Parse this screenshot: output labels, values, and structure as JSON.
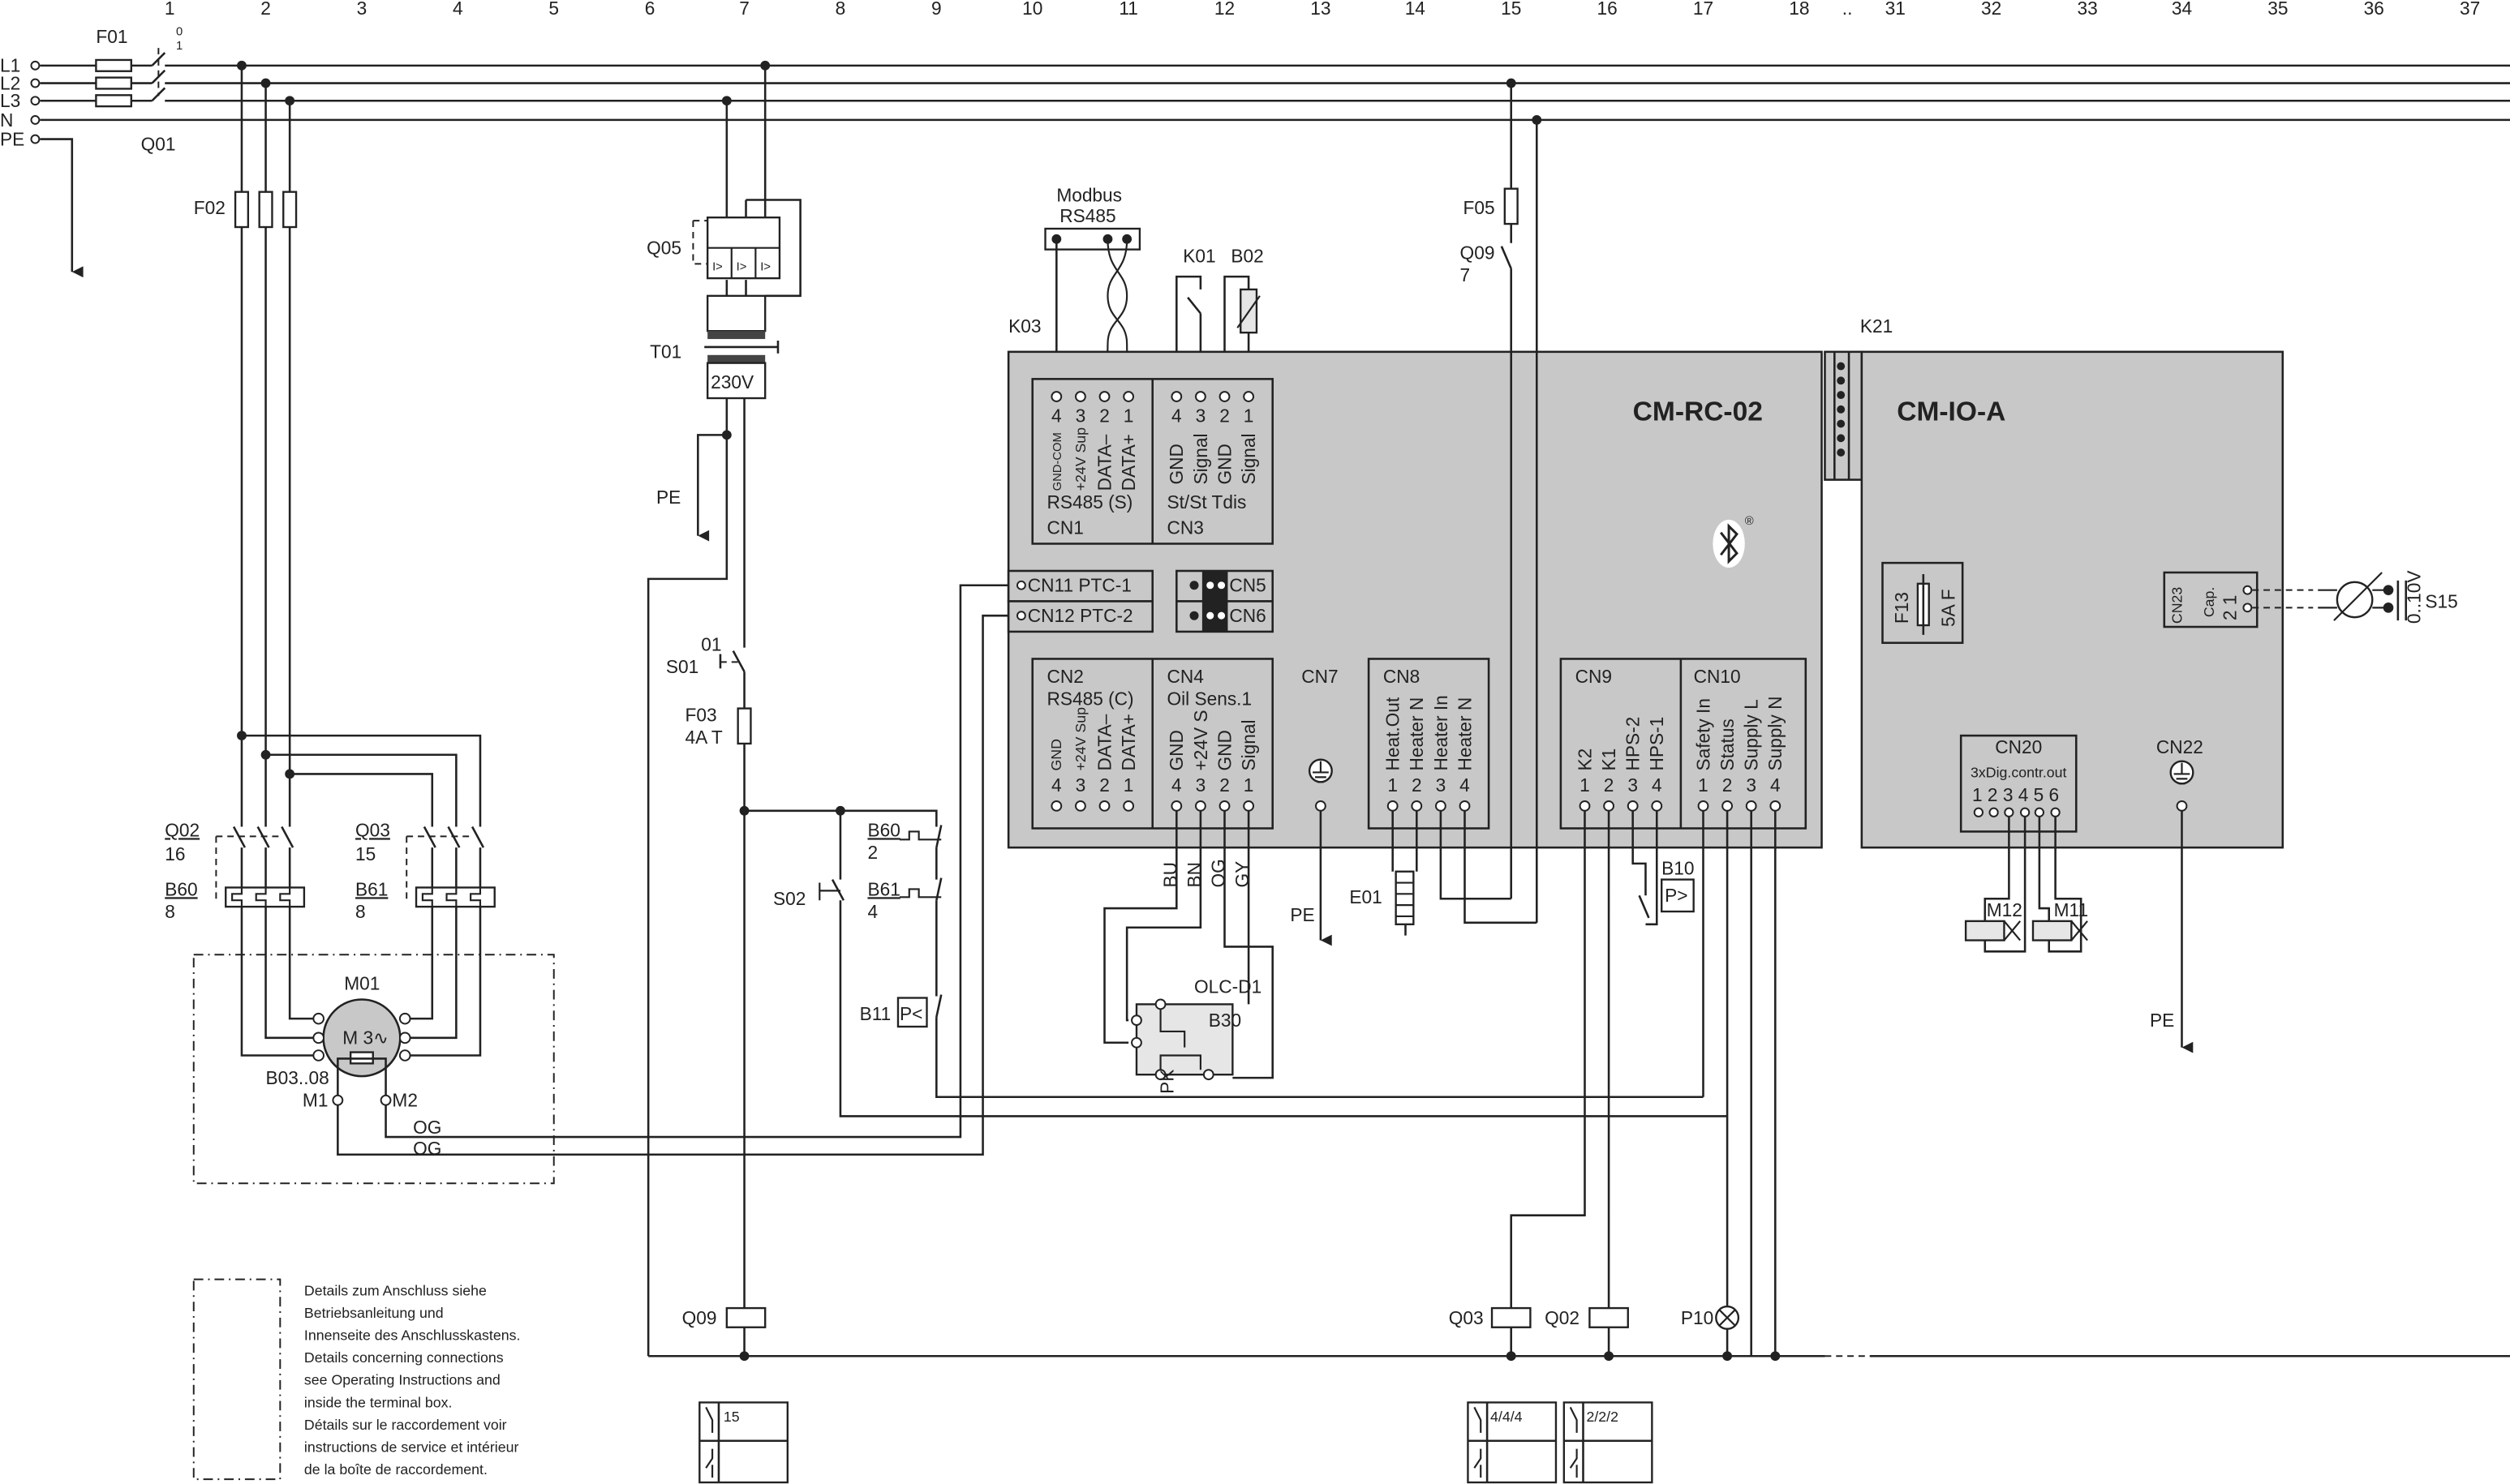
{
  "columns": [
    "1",
    "2",
    "3",
    "4",
    "5",
    "6",
    "7",
    "8",
    "9",
    "10",
    "11",
    "12",
    "13",
    "14",
    "15",
    "16",
    "17",
    "18",
    "..",
    "31",
    "32",
    "33",
    "34",
    "35",
    "36",
    "37"
  ],
  "supply": [
    "L1",
    "L2",
    "L3",
    "N",
    "PE"
  ],
  "left": {
    "F01": "F01",
    "F01_pos0": "0",
    "F01_pos1": "1",
    "Q01": "Q01",
    "PE": "",
    "F02": "F02",
    "Q02": "Q02",
    "Q02_ref": "16",
    "B60": "B60",
    "B60_ref": "8",
    "Q03": "Q03",
    "Q03_ref": "15",
    "B61": "B61",
    "B61_ref": "8",
    "M01": "M01",
    "motor": "M 3∿",
    "B03": "B03..08",
    "M1": "M1",
    "M2": "M2",
    "OG1": "OG",
    "OG2": "OG"
  },
  "control": {
    "Q05": "Q05",
    "T01": "T01",
    "T01_voltage": "230V",
    "PE": "PE",
    "S01": "S01",
    "S01_pos": "01",
    "F03": "F03",
    "F03_rating": "4A T",
    "S02": "S02",
    "B60c": "B60",
    "B60c_ref": "2",
    "B61c": "B61",
    "B61c_ref": "4",
    "B11": "B11",
    "B11_sym": "P<",
    "Q09": "Q09"
  },
  "modbus": {
    "line1": "Modbus",
    "line2": "RS485"
  },
  "K03": "K03",
  "K01": "K01",
  "B02": "B02",
  "cmrc": {
    "title": "CM-RC-02",
    "cn1": {
      "name": "CN1",
      "sub": "RS485 (S)",
      "nums": [
        "4",
        "3",
        "2",
        "1"
      ],
      "pins": [
        "GND-COM",
        "+24V Sup",
        "DATA–",
        "DATA+"
      ]
    },
    "cn3": {
      "name": "CN3",
      "sub": "St/St  Tdis",
      "nums": [
        "4",
        "3",
        "2",
        "1"
      ],
      "pins": [
        "GND",
        "Signal",
        "GND",
        "Signal"
      ]
    },
    "cn11": "CN11  PTC-1",
    "cn12": "CN12  PTC-2",
    "cn5": "CN5",
    "cn6": "CN6",
    "cn2": {
      "name": "CN2",
      "sub": "RS485 (C)",
      "nums": [
        "4",
        "3",
        "2",
        "1"
      ],
      "pins": [
        "GND",
        "+24V Sup",
        "DATA–",
        "DATA+"
      ]
    },
    "cn4": {
      "name": "CN4",
      "sub": "Oil Sens.1",
      "nums": [
        "4",
        "3",
        "2",
        "1"
      ],
      "pins": [
        "GND",
        "+24V S",
        "GND",
        "Signal"
      ]
    },
    "cn7": "CN7",
    "cn8": {
      "name": "CN8",
      "nums": [
        "1",
        "2",
        "3",
        "4"
      ],
      "pins": [
        "Heat.Out",
        "Heater N",
        "Heater In",
        "Heater N"
      ]
    },
    "cn9": {
      "name": "CN9",
      "nums": [
        "1",
        "2",
        "3",
        "4"
      ],
      "pins": [
        "K2",
        "K1",
        "HPS-2",
        "HPS-1"
      ]
    },
    "cn10": {
      "name": "CN10",
      "nums": [
        "1",
        "2",
        "3",
        "4"
      ],
      "pins": [
        "Safety In",
        "Status",
        "Supply L",
        "Supply N"
      ]
    },
    "reg": "®"
  },
  "wires": {
    "BU": "BU",
    "BN": "BN",
    "OG": "OG",
    "GY": "GY",
    "PK": "PK"
  },
  "olc": {
    "name": "OLC-D1",
    "sensor": "B30"
  },
  "pe_cn7": "PE",
  "E01": "E01",
  "F05": "F05",
  "Q09b": "Q09",
  "Q09b_ref": "7",
  "B10": "B10",
  "B10_sym": "P>",
  "K21": "K21",
  "cmio": {
    "title": "CM-IO-A",
    "F13": "F13",
    "F13_rating": "5A F",
    "cn23": {
      "name": "CN23",
      "sub": "Cap.",
      "nums": "2 1"
    },
    "cn20": {
      "name": "CN20",
      "sub": "3xDig.contr.out",
      "nums": "1 2 3 4 5 6"
    },
    "cn22": "CN22",
    "pe": "PE",
    "M12": "M12",
    "M11": "M11",
    "S15": "S15",
    "S15_range": "0..10V"
  },
  "coils": {
    "Q09": "Q09",
    "Q03": "Q03",
    "Q02": "Q02",
    "P10": "P10"
  },
  "refs": {
    "Q09": "15",
    "Q03": "4/4/4",
    "Q02": "2/2/2"
  },
  "note": [
    "Details zum Anschluss siehe",
    "Betriebsanleitung und",
    "Innenseite des Anschlusskastens.",
    "Details concerning connections",
    "see Operating Instructions and",
    "inside the terminal box.",
    "Détails sur le raccordement voir",
    "instructions de service et intérieur",
    "de la boîte de raccordement."
  ]
}
